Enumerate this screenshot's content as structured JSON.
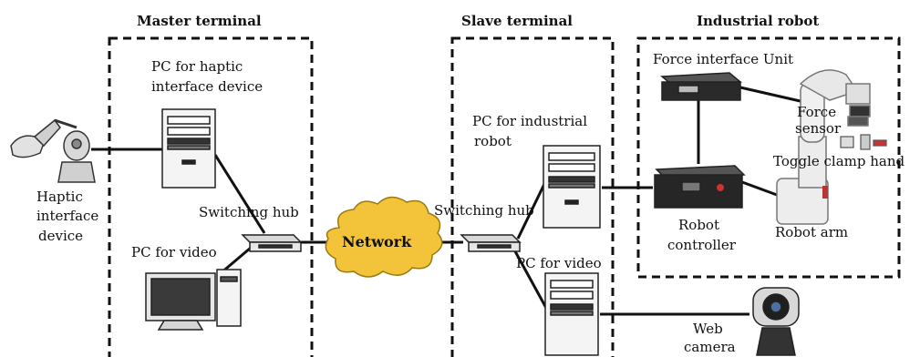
{
  "sections": {
    "master_title": "Master terminal",
    "slave_title": "Slave terminal",
    "robot_title": "Industrial robot"
  },
  "labels": {
    "pc_haptic_line1": "PC for haptic",
    "pc_haptic_line2": "interface device",
    "haptic_line1": "Haptic",
    "haptic_line2": "interface",
    "haptic_line3": "device",
    "switching_hub_master": "Switching hub",
    "pc_video_master": "PC for video",
    "network": "Network",
    "pc_robot_line1": "PC for industrial",
    "pc_robot_line2": "robot",
    "switching_hub_slave": "Switching hub",
    "pc_video_slave": "PC for video",
    "force_interface_unit": "Force interface Unit",
    "force_sensor_line1": "Force",
    "force_sensor_line2": "sensor",
    "toggle_clamp_hand": "Toggle clamp hand",
    "robot_controller_line1": "Robot",
    "robot_controller_line2": "controller",
    "robot_arm": "Robot arm",
    "web_camera_line1": "Web",
    "web_camera_line2": "camera"
  },
  "colors": {
    "network_cloud": "#f3c33a",
    "network_cloud_edge": "#9a7a10",
    "line": "#111111",
    "device_body": "#f4f4f4",
    "device_edge": "#222222"
  }
}
